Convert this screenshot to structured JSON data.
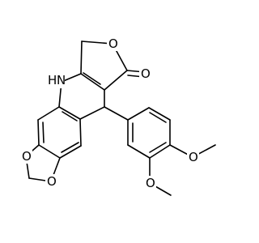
{
  "molecule": {
    "colors": {
      "bond": "#000000",
      "background": "#ffffff"
    },
    "atoms": {
      "nh": "H",
      "n": "N",
      "o_ring_lactone": "O",
      "o_carbonyl": "O",
      "o_dioxole_top": "O",
      "o_dioxole_bottom": "O",
      "o_methoxy_4": "O",
      "o_methoxy_3": "O"
    }
  }
}
